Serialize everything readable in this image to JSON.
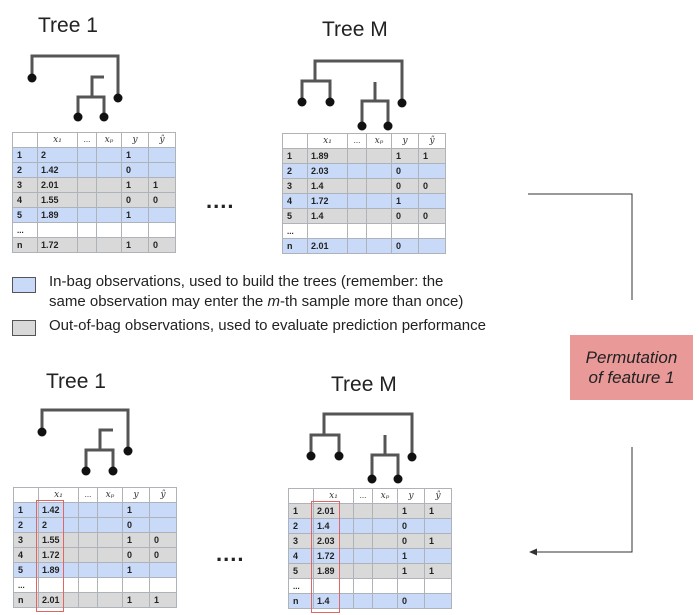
{
  "top": {
    "left": {
      "title": "Tree 1",
      "headers": [
        "x₁",
        "...",
        "xₚ",
        "y",
        "ŷ"
      ],
      "rows": [
        {
          "id": "1",
          "x1": "2",
          "y": "1",
          "yhat": "",
          "kind": "inbag"
        },
        {
          "id": "2",
          "x1": "1.42",
          "y": "0",
          "yhat": "",
          "kind": "inbag"
        },
        {
          "id": "3",
          "x1": "2.01",
          "y": "1",
          "yhat": "1",
          "kind": "oob"
        },
        {
          "id": "4",
          "x1": "1.55",
          "y": "0",
          "yhat": "0",
          "kind": "oob"
        },
        {
          "id": "5",
          "x1": "1.89",
          "y": "1",
          "yhat": "",
          "kind": "inbag"
        },
        {
          "id": "...",
          "x1": "",
          "y": "",
          "yhat": "",
          "kind": "blank"
        },
        {
          "id": "n",
          "x1": "1.72",
          "y": "1",
          "yhat": "0",
          "kind": "oob"
        }
      ]
    },
    "right": {
      "title": "Tree M",
      "headers": [
        "x₁",
        "...",
        "xₚ",
        "y",
        "ŷ"
      ],
      "rows": [
        {
          "id": "1",
          "x1": "1.89",
          "y": "1",
          "yhat": "1",
          "kind": "oob"
        },
        {
          "id": "2",
          "x1": "2.03",
          "y": "0",
          "yhat": "",
          "kind": "inbag"
        },
        {
          "id": "3",
          "x1": "1.4",
          "y": "0",
          "yhat": "0",
          "kind": "oob"
        },
        {
          "id": "4",
          "x1": "1.72",
          "y": "1",
          "yhat": "",
          "kind": "inbag"
        },
        {
          "id": "5",
          "x1": "1.4",
          "y": "0",
          "yhat": "0",
          "kind": "oob"
        },
        {
          "id": "...",
          "x1": "",
          "y": "",
          "yhat": "",
          "kind": "blank"
        },
        {
          "id": "n",
          "x1": "2.01",
          "y": "0",
          "yhat": "",
          "kind": "inbag"
        }
      ]
    },
    "ellipsis": "...."
  },
  "legend": {
    "inbag_line1": "In-bag observations, used to build the trees (remember: the",
    "inbag_line2_pre": "same observation may enter the ",
    "inbag_line2_em": "m",
    "inbag_line2_post": "-th sample more than once)",
    "oob": "Out-of-bag observations, used to evaluate prediction performance"
  },
  "permutation": {
    "line1": "Permutation",
    "line2": "of feature 1"
  },
  "bottom": {
    "left": {
      "title": "Tree 1",
      "headers": [
        "x₁",
        "...",
        "xₚ",
        "y",
        "ŷ"
      ],
      "rows": [
        {
          "id": "1",
          "x1": "1.42",
          "y": "1",
          "yhat": "",
          "kind": "inbag"
        },
        {
          "id": "2",
          "x1": "2",
          "y": "0",
          "yhat": "",
          "kind": "inbag"
        },
        {
          "id": "3",
          "x1": "1.55",
          "y": "1",
          "yhat": "0",
          "kind": "oob"
        },
        {
          "id": "4",
          "x1": "1.72",
          "y": "0",
          "yhat": "0",
          "kind": "oob"
        },
        {
          "id": "5",
          "x1": "1.89",
          "y": "1",
          "yhat": "",
          "kind": "inbag"
        },
        {
          "id": "...",
          "x1": "",
          "y": "",
          "yhat": "",
          "kind": "blank"
        },
        {
          "id": "n",
          "x1": "2.01",
          "y": "1",
          "yhat": "1",
          "kind": "oob"
        }
      ]
    },
    "right": {
      "title": "Tree M",
      "headers": [
        "x₁",
        "...",
        "xₚ",
        "y",
        "ŷ"
      ],
      "rows": [
        {
          "id": "1",
          "x1": "2.01",
          "y": "1",
          "yhat": "1",
          "kind": "oob"
        },
        {
          "id": "2",
          "x1": "1.4",
          "y": "0",
          "yhat": "",
          "kind": "inbag"
        },
        {
          "id": "3",
          "x1": "2.03",
          "y": "0",
          "yhat": "1",
          "kind": "oob"
        },
        {
          "id": "4",
          "x1": "1.72",
          "y": "1",
          "yhat": "",
          "kind": "inbag"
        },
        {
          "id": "5",
          "x1": "1.89",
          "y": "1",
          "yhat": "1",
          "kind": "oob"
        },
        {
          "id": "...",
          "x1": "",
          "y": "",
          "yhat": "",
          "kind": "blank"
        },
        {
          "id": "n",
          "x1": "1.4",
          "y": "0",
          "yhat": "",
          "kind": "inbag"
        }
      ]
    },
    "ellipsis": "...."
  },
  "colors": {
    "inbag": "#c9daf8",
    "oob": "#d9d9d9",
    "permutation": "#ea9999",
    "highlight": "#e06666"
  }
}
